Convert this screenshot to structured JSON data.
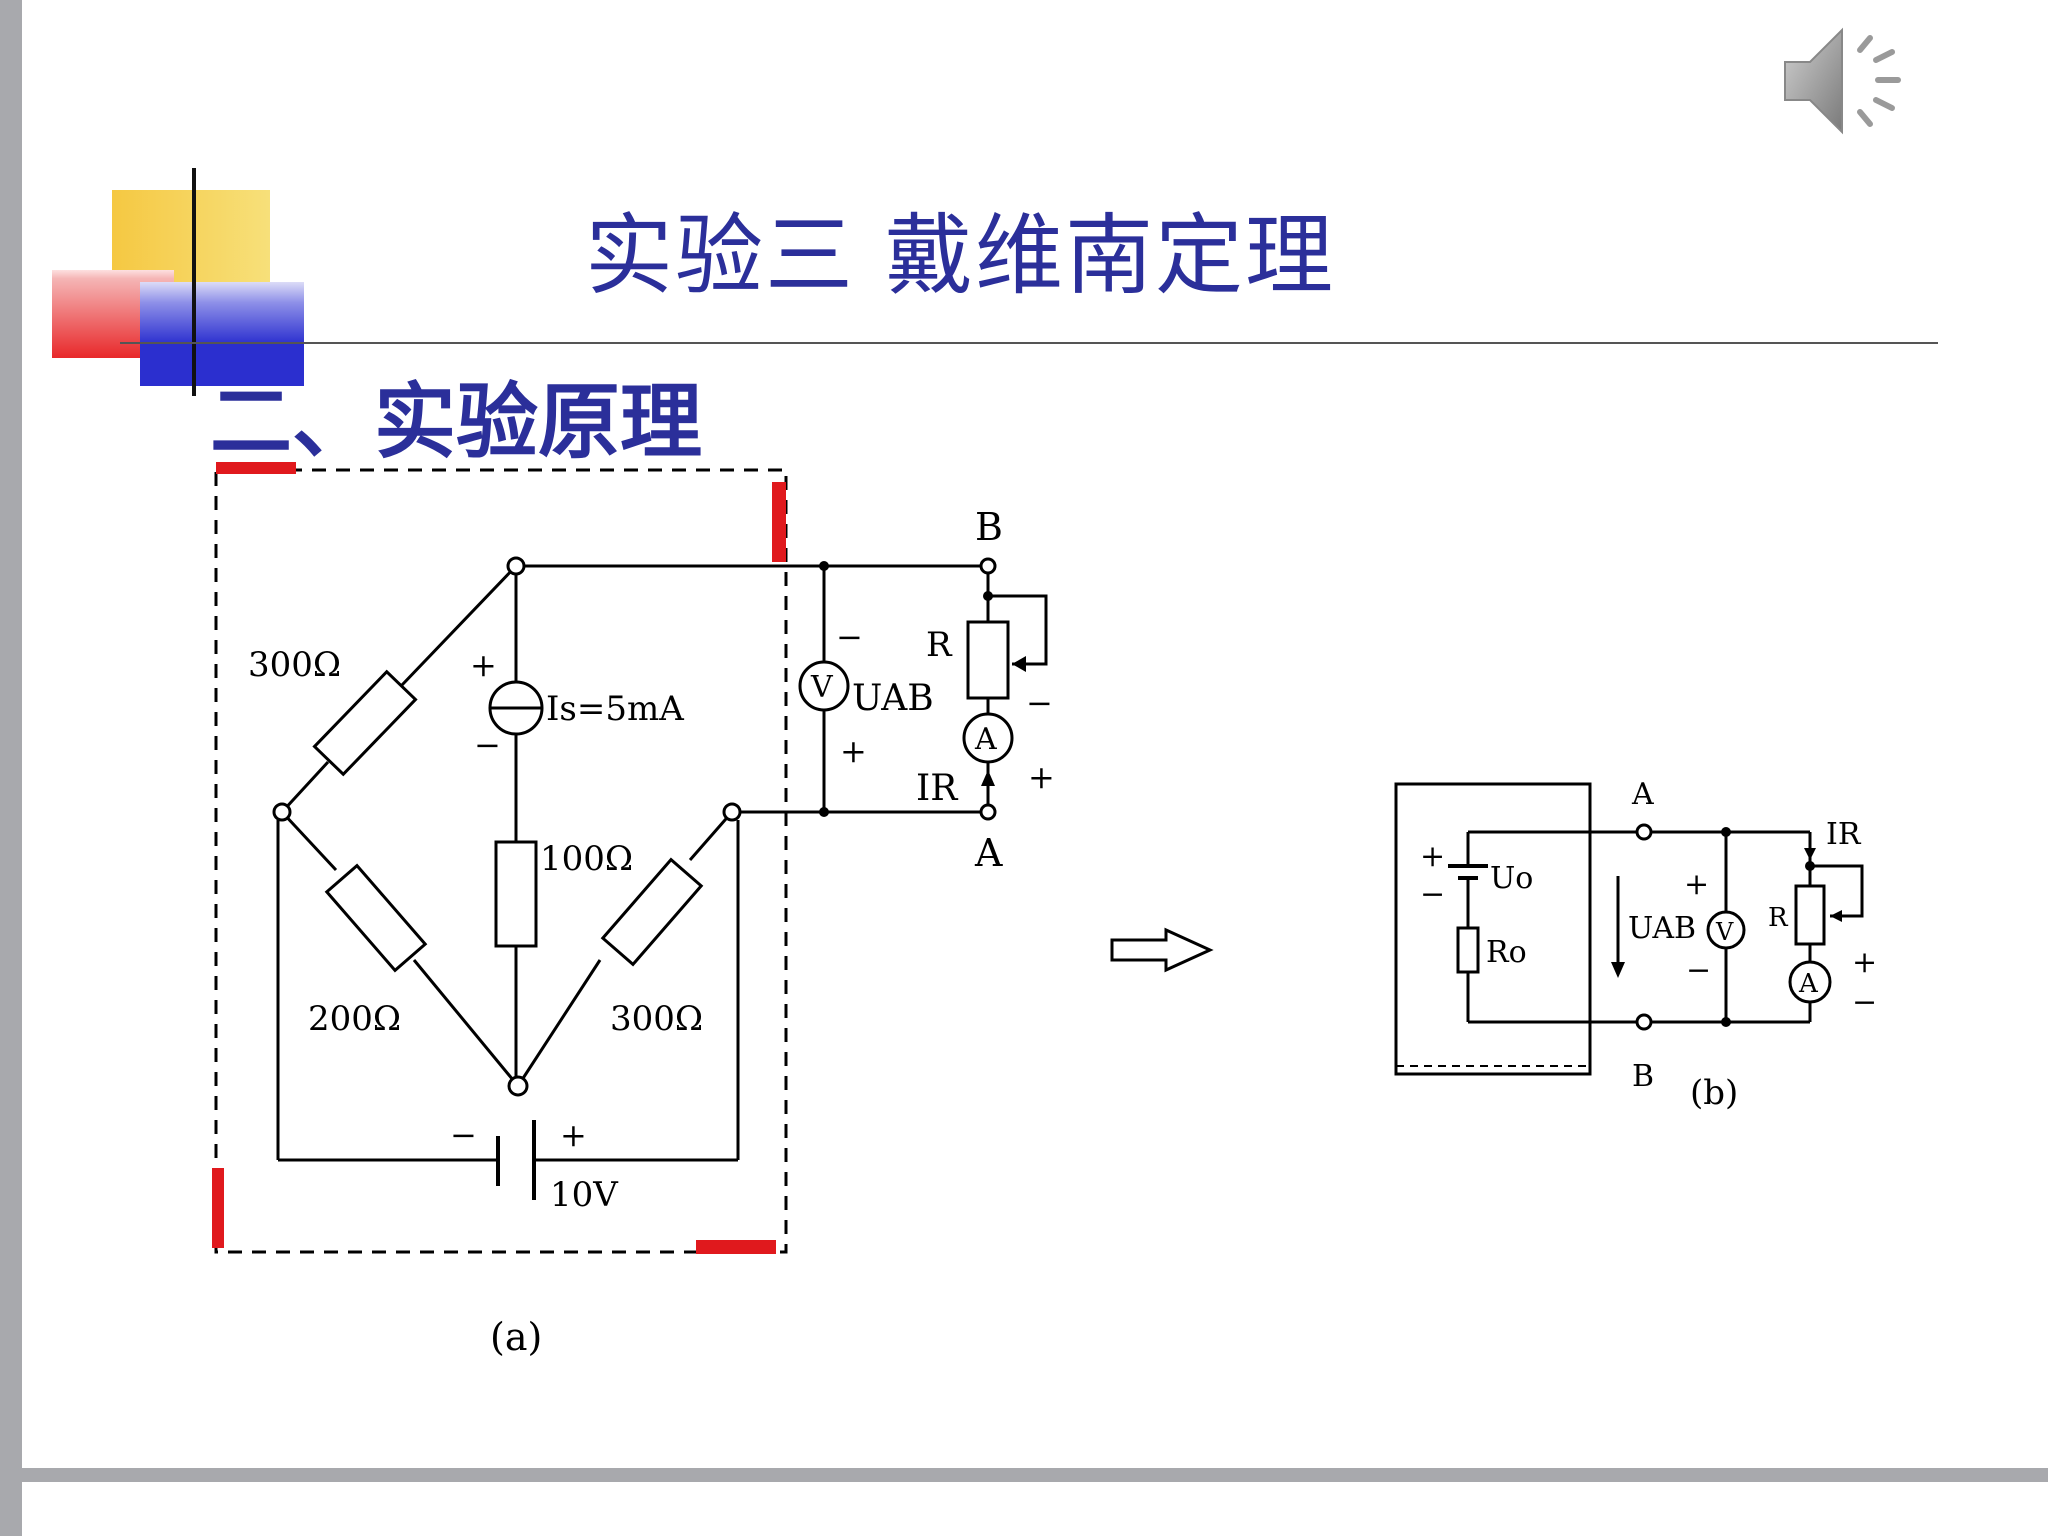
{
  "slide": {
    "title": "实验三 戴维南定理",
    "subtitle": "二、实验原理"
  },
  "icons": [
    "speaker-icon"
  ],
  "colors": {
    "title": "#2b2f9a",
    "frame_bar": "#a8a9ad",
    "corner_mark": "#e0191d"
  },
  "circuit_a": {
    "r_top_left": "300Ω",
    "r_bottom_left": "200Ω",
    "r_middle": "100Ω",
    "r_bottom_right": "300Ω",
    "current_source": "Is=5mA",
    "battery": "10V",
    "node_b": "B",
    "node_a": "A",
    "resistor_r": "R",
    "voltmeter_label": "UAB",
    "current_label": "IR",
    "voltmeter_symbol": "V",
    "ammeter_symbol": "A",
    "plus": "+",
    "minus": "−",
    "caption": "(a)"
  },
  "circuit_b": {
    "source": "Uo",
    "resistor": "Ro",
    "node_a": "A",
    "node_b": "B",
    "voltage": "UAB",
    "current": "IR",
    "resistor_r": "R",
    "voltmeter_symbol": "V",
    "ammeter_symbol": "A",
    "plus": "+",
    "minus": "−",
    "caption": "(b)"
  }
}
